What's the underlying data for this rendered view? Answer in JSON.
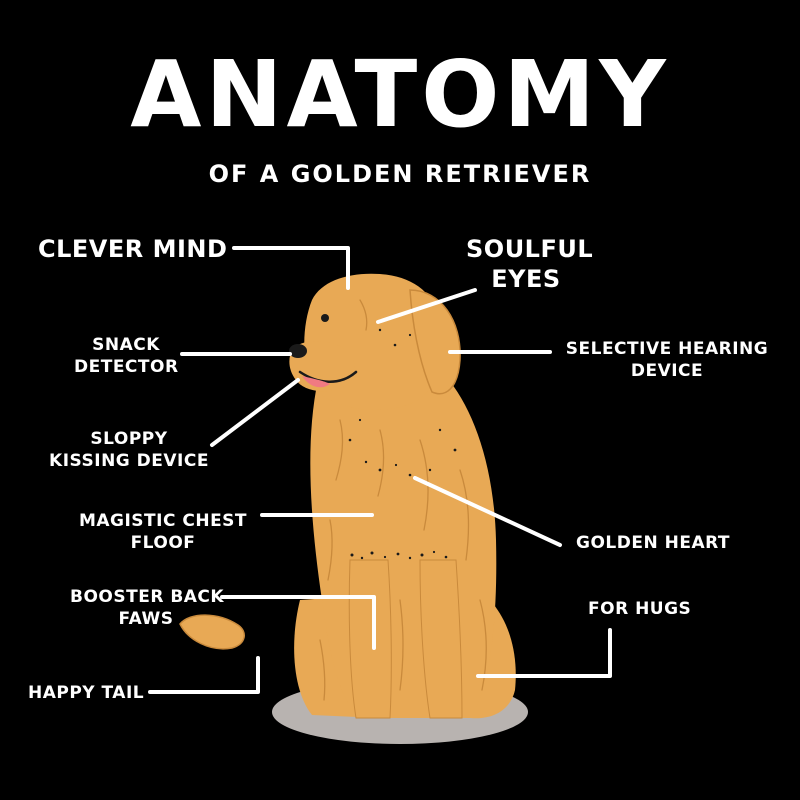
{
  "header": {
    "title": "ANATOMY",
    "subtitle": "OF A GOLDEN RETRIEVER"
  },
  "labels": {
    "clever_mind": "CLEVER MIND",
    "soulful_eyes_1": "SOULFUL",
    "soulful_eyes_2": "EYES",
    "snack_detector_1": "SNACK",
    "snack_detector_2": "DETECTOR",
    "selective_hearing_1": "SELECTIVE HEARING",
    "selective_hearing_2": "DEVICE",
    "sloppy_kissing_1": "SLOPPY",
    "sloppy_kissing_2": "KISSING DEVICE",
    "chest_floof_1": "MAGISTIC CHEST",
    "chest_floof_2": "FLOOF",
    "golden_heart": "GOLDEN HEART",
    "booster_paws_1": "BOOSTER BACK",
    "booster_paws_2": "FAWS",
    "for_hugs": "FOR HUGS",
    "happy_tail": "HAPPY TAIL"
  },
  "colors": {
    "background": "#000000",
    "text": "#ffffff",
    "fur": "#e8a955",
    "fur_dark": "#c98a3c",
    "shadow": "#b8b3b0",
    "tongue": "#f07a82"
  }
}
